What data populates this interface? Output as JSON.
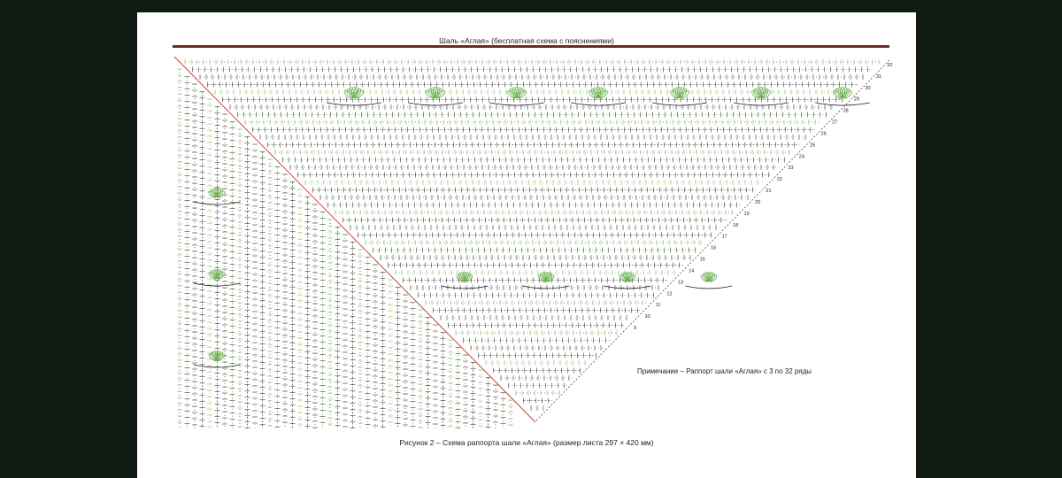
{
  "header": {
    "title": "Шаль «Аглая» (бесплатная схема с пояснениями)"
  },
  "chart": {
    "row_numbers": [
      9,
      10,
      11,
      12,
      13,
      14,
      15,
      16,
      17,
      18,
      19,
      20,
      21,
      22,
      23,
      24,
      25,
      26,
      27,
      28,
      29,
      30,
      31,
      32
    ],
    "colors": {
      "green": "#6ab04c",
      "black": "#1a1a1a",
      "diagonal": "#c0392b",
      "header_rule": "#6b2a22"
    }
  },
  "note": "Примечание – Раппорт шали «Аглая» с 3 по 32 ряды",
  "caption": "Рисунок 2 – Схема раппорта шали «Аглая» (размер листа 297 × 420 мм)"
}
